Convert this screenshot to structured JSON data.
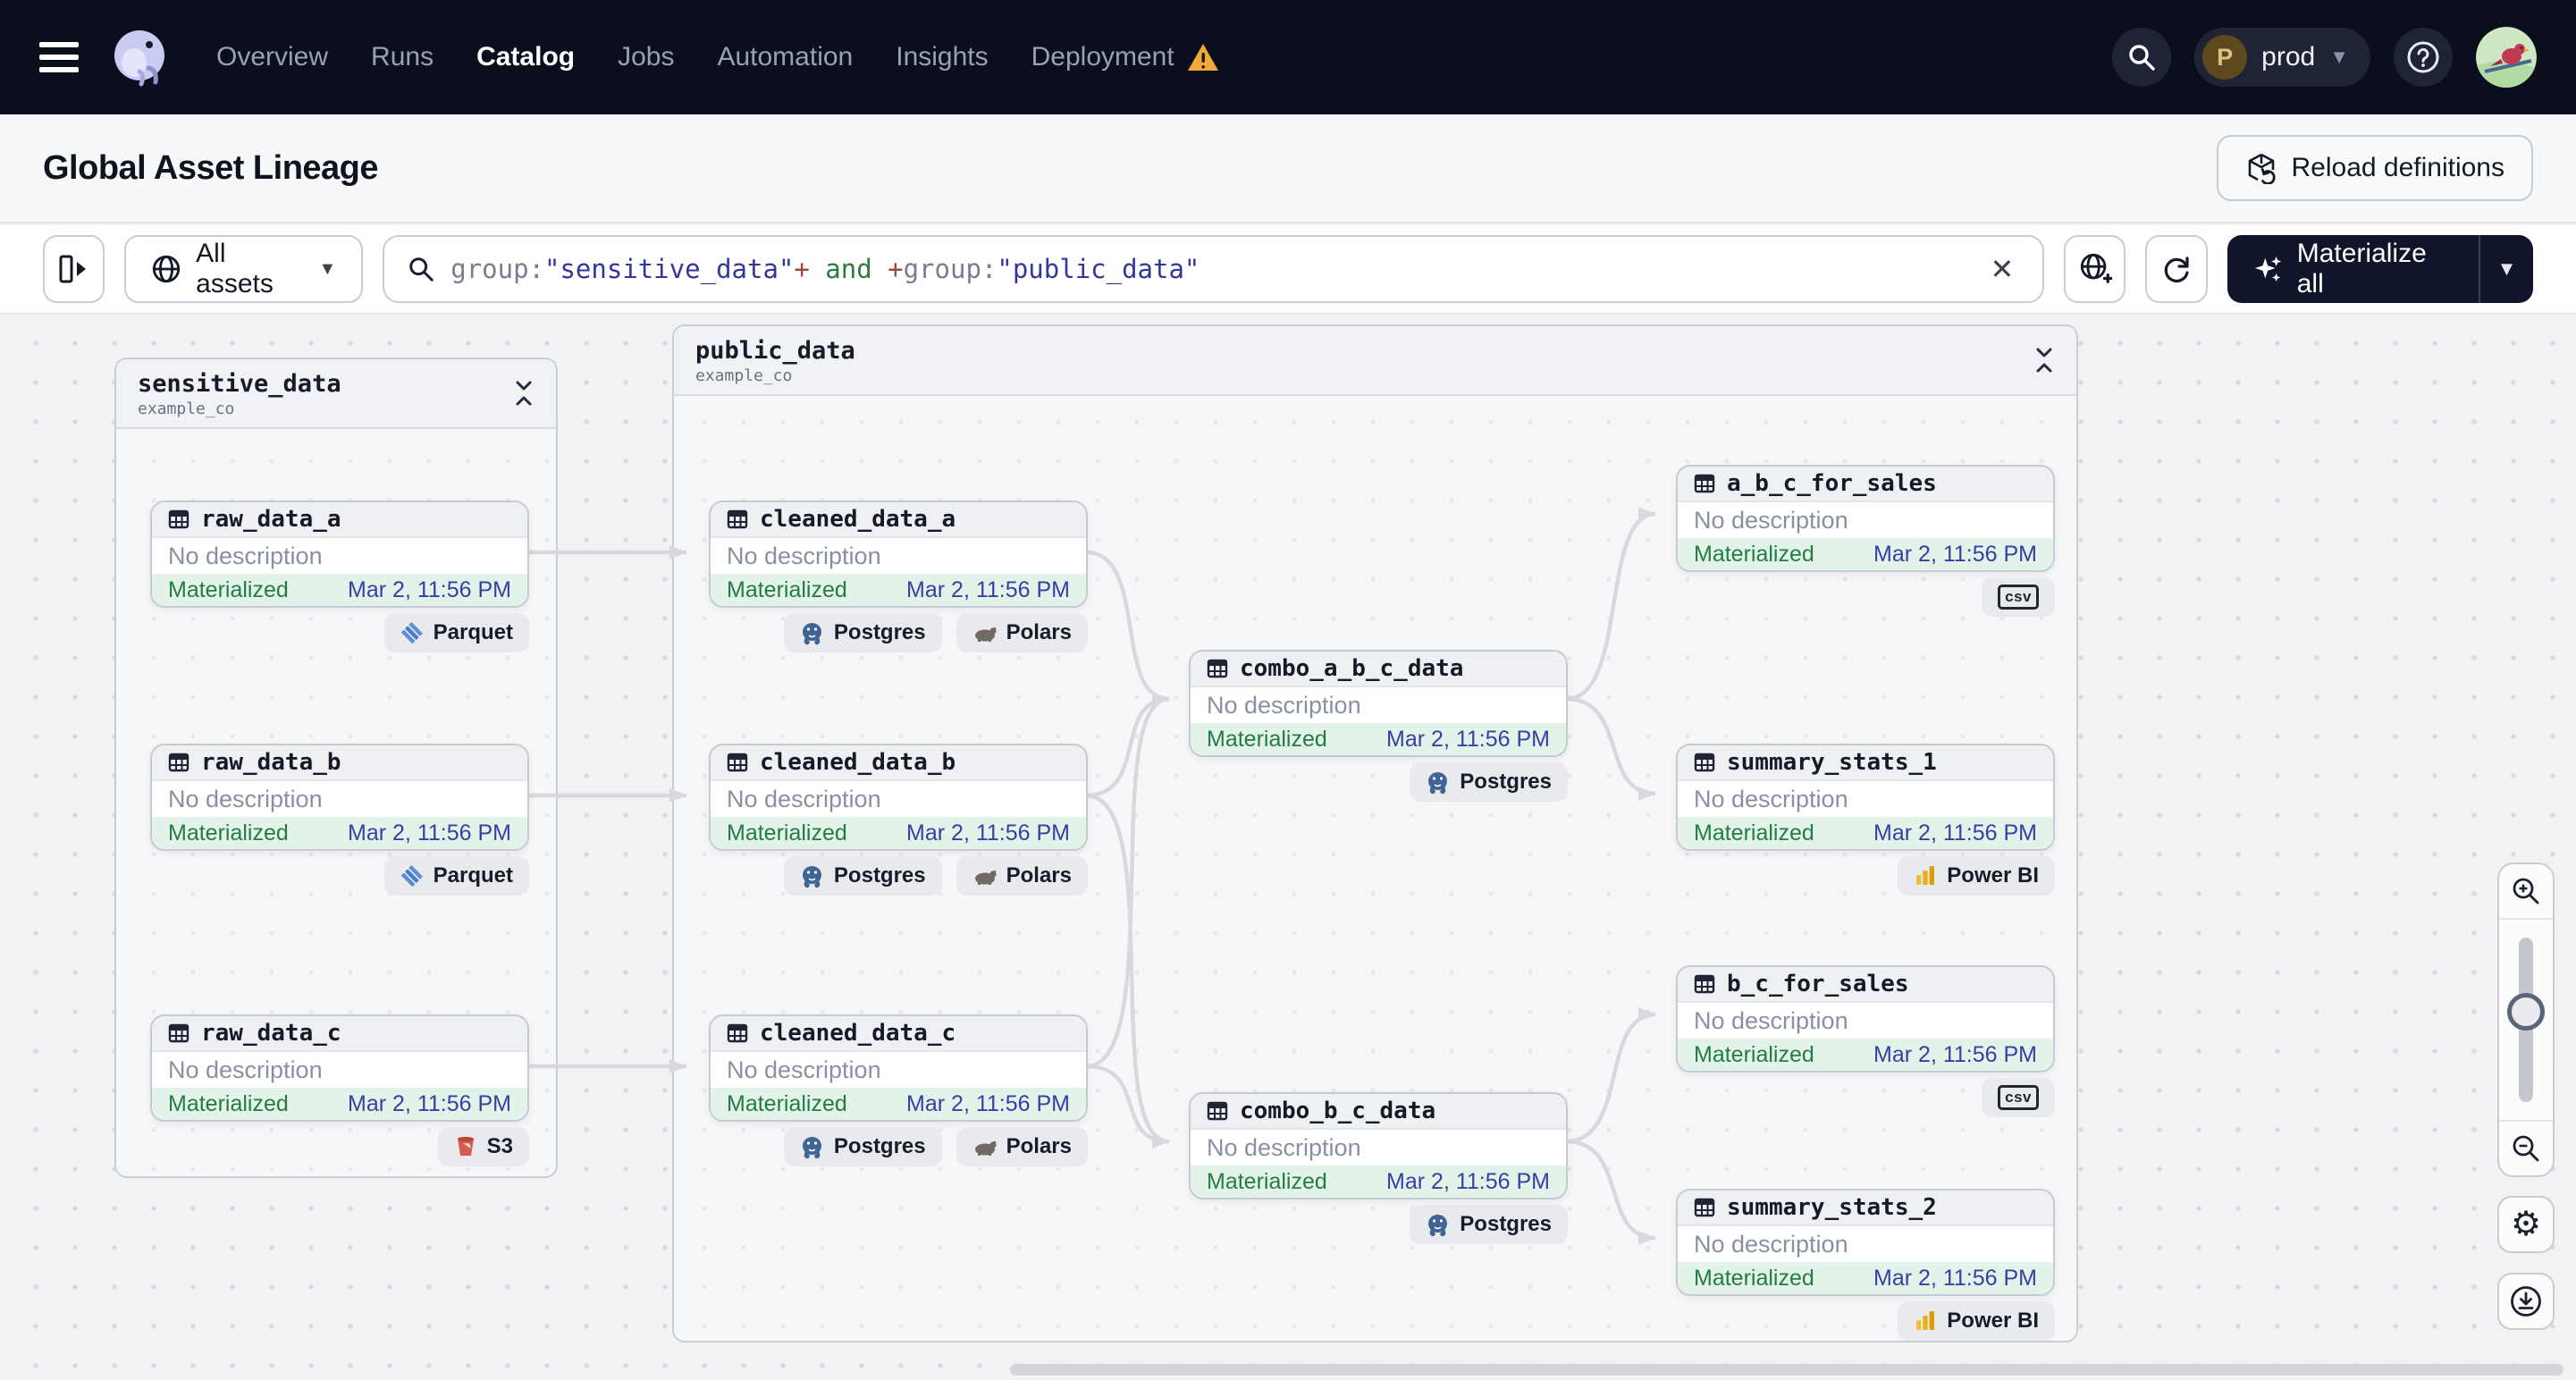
{
  "nav": {
    "items": [
      {
        "label": "Overview",
        "active": false
      },
      {
        "label": "Runs",
        "active": false
      },
      {
        "label": "Catalog",
        "active": true
      },
      {
        "label": "Jobs",
        "active": false
      },
      {
        "label": "Automation",
        "active": false
      },
      {
        "label": "Insights",
        "active": false
      },
      {
        "label": "Deployment",
        "active": false,
        "warning": true
      }
    ],
    "environment": {
      "initial": "P",
      "name": "prod"
    }
  },
  "header": {
    "title": "Global Asset Lineage",
    "reload_button": "Reload definitions"
  },
  "toolbar": {
    "filter_label": "All assets",
    "search": {
      "tokens": [
        {
          "text": "group:",
          "type": "key"
        },
        {
          "text": "\"sensitive_data\"",
          "type": "string"
        },
        {
          "text": "+",
          "type": "plus"
        },
        {
          "text": " and ",
          "type": "and"
        },
        {
          "text": "+",
          "type": "plus"
        },
        {
          "text": "group:",
          "type": "key"
        },
        {
          "text": "\"public_data\"",
          "type": "string"
        }
      ]
    },
    "materialize_label": "Materialize all"
  },
  "graph": {
    "groups": [
      {
        "name": "sensitive_data",
        "repo": "example_co"
      },
      {
        "name": "public_data",
        "repo": "example_co"
      }
    ],
    "nodes": [
      {
        "name": "raw_data_a",
        "description": "No description",
        "status": "Materialized",
        "timestamp": "Mar 2, 11:56 PM",
        "badges": [
          {
            "label": "Parquet",
            "icon": "parquet-icon"
          }
        ]
      },
      {
        "name": "raw_data_b",
        "description": "No description",
        "status": "Materialized",
        "timestamp": "Mar 2, 11:56 PM",
        "badges": [
          {
            "label": "Parquet",
            "icon": "parquet-icon"
          }
        ]
      },
      {
        "name": "raw_data_c",
        "description": "No description",
        "status": "Materialized",
        "timestamp": "Mar 2, 11:56 PM",
        "badges": [
          {
            "label": "S3",
            "icon": "s3-icon"
          }
        ]
      },
      {
        "name": "cleaned_data_a",
        "description": "No description",
        "status": "Materialized",
        "timestamp": "Mar 2, 11:56 PM",
        "badges": [
          {
            "label": "Postgres",
            "icon": "postgres-icon"
          },
          {
            "label": "Polars",
            "icon": "polars-icon"
          }
        ]
      },
      {
        "name": "cleaned_data_b",
        "description": "No description",
        "status": "Materialized",
        "timestamp": "Mar 2, 11:56 PM",
        "badges": [
          {
            "label": "Postgres",
            "icon": "postgres-icon"
          },
          {
            "label": "Polars",
            "icon": "polars-icon"
          }
        ]
      },
      {
        "name": "cleaned_data_c",
        "description": "No description",
        "status": "Materialized",
        "timestamp": "Mar 2, 11:56 PM",
        "badges": [
          {
            "label": "Postgres",
            "icon": "postgres-icon"
          },
          {
            "label": "Polars",
            "icon": "polars-icon"
          }
        ]
      },
      {
        "name": "combo_a_b_c_data",
        "description": "No description",
        "status": "Materialized",
        "timestamp": "Mar 2, 11:56 PM",
        "badges": [
          {
            "label": "Postgres",
            "icon": "postgres-icon"
          }
        ]
      },
      {
        "name": "combo_b_c_data",
        "description": "No description",
        "status": "Materialized",
        "timestamp": "Mar 2, 11:56 PM",
        "badges": [
          {
            "label": "Postgres",
            "icon": "postgres-icon"
          }
        ]
      },
      {
        "name": "a_b_c_for_sales",
        "description": "No description",
        "status": "Materialized",
        "timestamp": "Mar 2, 11:56 PM",
        "badges": [
          {
            "label": "csv",
            "icon": "csv-icon"
          }
        ]
      },
      {
        "name": "summary_stats_1",
        "description": "No description",
        "status": "Materialized",
        "timestamp": "Mar 2, 11:56 PM",
        "badges": [
          {
            "label": "Power BI",
            "icon": "powerbi-icon"
          }
        ]
      },
      {
        "name": "b_c_for_sales",
        "description": "No description",
        "status": "Materialized",
        "timestamp": "Mar 2, 11:56 PM",
        "badges": [
          {
            "label": "csv",
            "icon": "csv-icon"
          }
        ]
      },
      {
        "name": "summary_stats_2",
        "description": "No description",
        "status": "Materialized",
        "timestamp": "Mar 2, 11:56 PM",
        "badges": [
          {
            "label": "Power BI",
            "icon": "powerbi-icon"
          }
        ]
      }
    ],
    "edges": [
      {
        "from": "raw_data_a",
        "to": "cleaned_data_a"
      },
      {
        "from": "raw_data_b",
        "to": "cleaned_data_b"
      },
      {
        "from": "raw_data_c",
        "to": "cleaned_data_c"
      },
      {
        "from": "cleaned_data_a",
        "to": "combo_a_b_c_data"
      },
      {
        "from": "cleaned_data_b",
        "to": "combo_a_b_c_data"
      },
      {
        "from": "cleaned_data_c",
        "to": "combo_a_b_c_data"
      },
      {
        "from": "cleaned_data_b",
        "to": "combo_b_c_data"
      },
      {
        "from": "cleaned_data_c",
        "to": "combo_b_c_data"
      },
      {
        "from": "combo_a_b_c_data",
        "to": "a_b_c_for_sales"
      },
      {
        "from": "combo_a_b_c_data",
        "to": "summary_stats_1"
      },
      {
        "from": "combo_b_c_data",
        "to": "b_c_for_sales"
      },
      {
        "from": "combo_b_c_data",
        "to": "summary_stats_2"
      }
    ]
  },
  "colors": {
    "nav_bg": "#0A0E1D",
    "accent_dark": "#10152B",
    "materialized_green": "#237C44",
    "materialized_bg": "#E4F3EA",
    "timestamp_blue": "#383FA3",
    "warning_orange": "#F2A93B",
    "edge_gray": "#D7D9DF",
    "query_string": "#33379B",
    "query_and": "#2B7A3E",
    "query_plus": "#9C4A3C"
  }
}
